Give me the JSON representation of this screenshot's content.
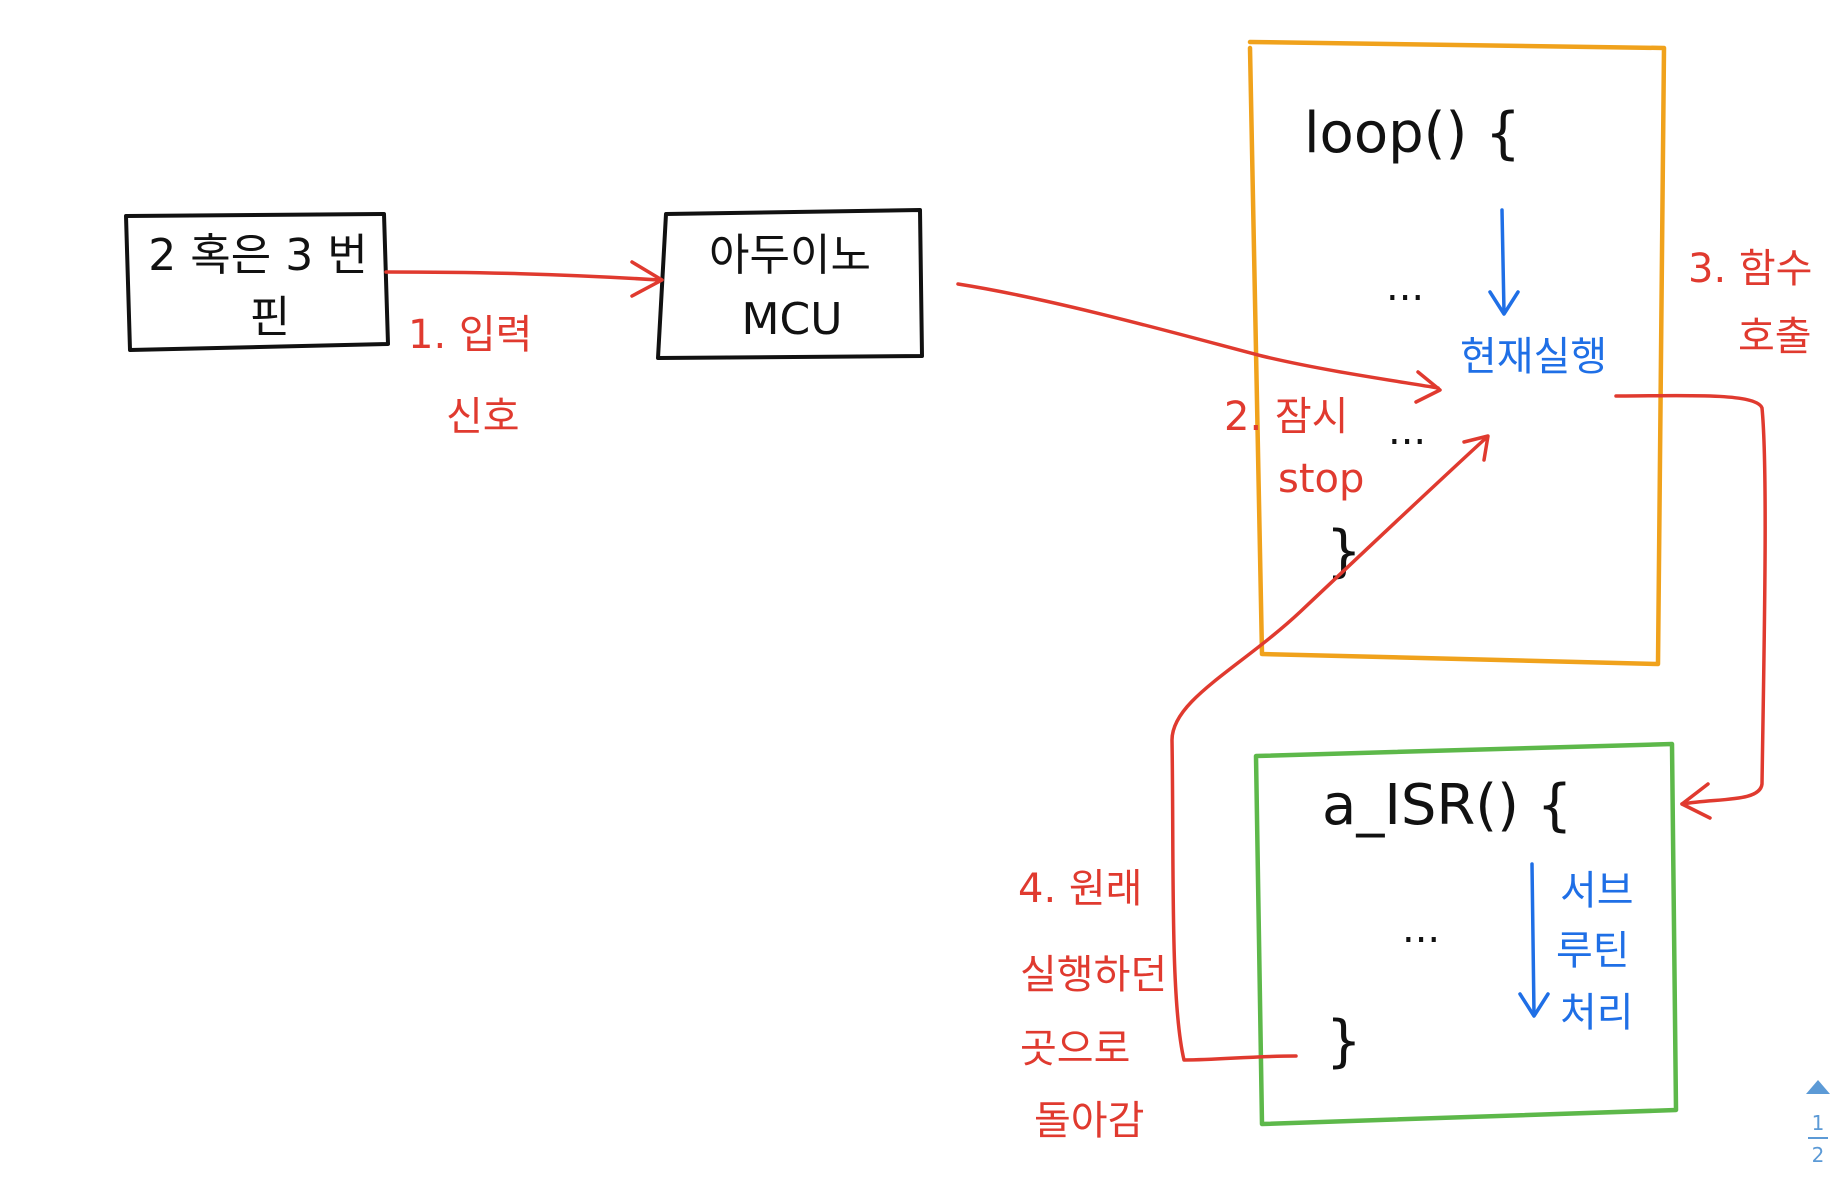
{
  "colors": {
    "ink": "#111111",
    "red": "#e03a2f",
    "blue": "#1f6fe6",
    "orange": "#f0a21c",
    "green": "#5db84a",
    "pager": "#5c9ad6"
  },
  "boxes": {
    "pin": {
      "line1": "2 혹은 3 번",
      "line2": "핀"
    },
    "mcu": {
      "line1": "아두이노",
      "line2": "MCU"
    }
  },
  "loop": {
    "header": "loop() {",
    "dots_top": "...",
    "current": "현재실행",
    "dots_bottom": "...",
    "close": "}"
  },
  "isr": {
    "header": "a_ISR() {",
    "dots": "...",
    "close": "}",
    "sub_line1": "서브",
    "sub_line2": "루틴",
    "sub_line3": "처리"
  },
  "steps": {
    "step1_line1": "1. 입력",
    "step1_line2": "신호",
    "step2_line1": "2. 잠시",
    "step2_line2": "stop",
    "step3_line1": "3. 함수",
    "step3_line2": "호출",
    "step4_line1": "4. 원래",
    "step4_line2": "실행하던",
    "step4_line3": "곳으로",
    "step4_line4": "돌아감"
  },
  "pager": {
    "current": "1",
    "total": "2"
  }
}
